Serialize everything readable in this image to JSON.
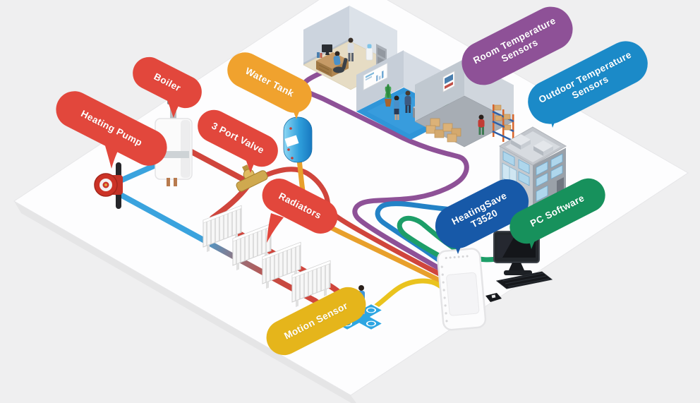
{
  "labels": {
    "heating_pump": {
      "text": "Heating Pump",
      "color": "#e2473c"
    },
    "boiler": {
      "text": "Boiler",
      "color": "#e2473c"
    },
    "water_tank": {
      "text": "Water Tank",
      "color": "#f0a22e"
    },
    "three_port_valve": {
      "text": "3 Port Valve",
      "color": "#e2473c"
    },
    "radiators": {
      "text": "Radiators",
      "color": "#e2473c"
    },
    "motion_sensor": {
      "text": "Motion Sensor",
      "color": "#e5b51b"
    },
    "room_temperature_sensors": {
      "line1": "Room Temperature",
      "line2": "Sensors",
      "color": "#8e5197"
    },
    "outdoor_temperature_sensors": {
      "line1": "Outdoor Temperature",
      "line2": "Sensors",
      "color": "#1b8ac8"
    },
    "heatingsave_t3520": {
      "line1": "HeatingSave",
      "line2": "T3520",
      "color": "#1759a8"
    },
    "pc_software": {
      "text": "PC Software",
      "color": "#17915c"
    }
  },
  "connections": {
    "hot_water_pipe": "#d0453c",
    "cold_water_pipe": "#3aa3de",
    "water_tank_line": "#e8a02b",
    "motion_sensor_line": "#eac31e",
    "room_sensors_line": "#8e5197",
    "outdoor_sensors_line": "#2382c6",
    "pc_line": "#1d9e68"
  },
  "colors": {
    "background": "#efeff0",
    "platform": "#fdfdfe"
  }
}
